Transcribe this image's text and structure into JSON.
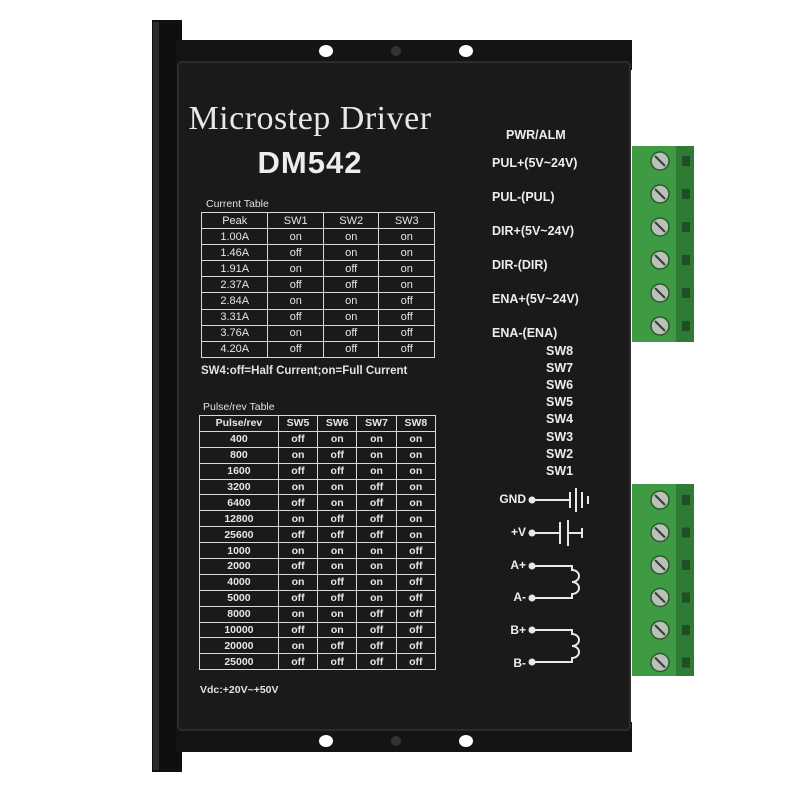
{
  "product": {
    "title": "Microstep Driver",
    "model": "DM542"
  },
  "current_table": {
    "caption": "Current Table",
    "headers": [
      "Peak",
      "SW1",
      "SW2",
      "SW3"
    ],
    "rows": [
      [
        "1.00A",
        "on",
        "on",
        "on"
      ],
      [
        "1.46A",
        "off",
        "on",
        "on"
      ],
      [
        "1.91A",
        "on",
        "off",
        "on"
      ],
      [
        "2.37A",
        "off",
        "off",
        "on"
      ],
      [
        "2.84A",
        "on",
        "on",
        "off"
      ],
      [
        "3.31A",
        "off",
        "on",
        "off"
      ],
      [
        "3.76A",
        "on",
        "off",
        "off"
      ],
      [
        "4.20A",
        "off",
        "off",
        "off"
      ]
    ],
    "note": "SW4:off=Half Current;on=Full Current"
  },
  "pulse_table": {
    "caption": "Pulse/rev Table",
    "headers": [
      "Pulse/rev",
      "SW5",
      "SW6",
      "SW7",
      "SW8"
    ],
    "rows": [
      [
        "400",
        "off",
        "on",
        "on",
        "on"
      ],
      [
        "800",
        "on",
        "off",
        "on",
        "on"
      ],
      [
        "1600",
        "off",
        "off",
        "on",
        "on"
      ],
      [
        "3200",
        "on",
        "on",
        "off",
        "on"
      ],
      [
        "6400",
        "off",
        "on",
        "off",
        "on"
      ],
      [
        "12800",
        "on",
        "off",
        "off",
        "on"
      ],
      [
        "25600",
        "off",
        "off",
        "off",
        "on"
      ],
      [
        "1000",
        "on",
        "on",
        "on",
        "off"
      ],
      [
        "2000",
        "off",
        "on",
        "on",
        "off"
      ],
      [
        "4000",
        "on",
        "off",
        "on",
        "off"
      ],
      [
        "5000",
        "off",
        "off",
        "on",
        "off"
      ],
      [
        "8000",
        "on",
        "on",
        "off",
        "off"
      ],
      [
        "10000",
        "off",
        "on",
        "off",
        "off"
      ],
      [
        "20000",
        "on",
        "off",
        "off",
        "off"
      ],
      [
        "25000",
        "off",
        "off",
        "off",
        "off"
      ]
    ],
    "voltage_note": "Vdc:+20V~+50V"
  },
  "signal_terminals": {
    "status_label": "PWR/ALM",
    "labels": [
      "PUL+(5V~24V)",
      "PUL-(PUL)",
      "DIR+(5V~24V)",
      "DIR-(DIR)",
      "ENA+(5V~24V)",
      "ENA-(ENA)"
    ]
  },
  "dip_switches": {
    "labels": [
      "SW8",
      "SW7",
      "SW6",
      "SW5",
      "SW4",
      "SW3",
      "SW2",
      "SW1"
    ]
  },
  "power_terminals": {
    "labels": [
      "GND",
      "+V",
      "A+",
      "A-",
      "B+",
      "B-"
    ]
  },
  "colors": {
    "body": "#161616",
    "flange": "#0d0d0d",
    "text": "#e8e8e8",
    "terminal_green": "#3f9a44"
  }
}
